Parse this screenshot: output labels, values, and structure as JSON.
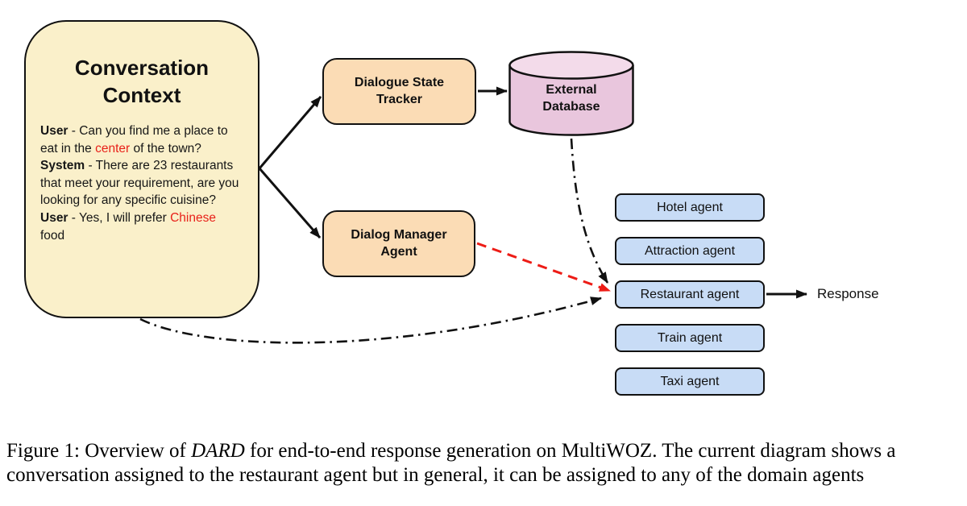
{
  "colors": {
    "context_fill": "#FAF0CA",
    "process_fill": "#FBDCB5",
    "database_fill": "#E9C6DD",
    "database_top_fill": "#F3DBEA",
    "agent_fill": "#C8DCF6",
    "highlight_red": "#E8211A",
    "arrow_red": "#ED1C16",
    "line_black": "#111111"
  },
  "diagram": {
    "context": {
      "title": "Conversation Context",
      "turns": [
        {
          "speaker": "User",
          "pre": " - Can you find me a place to eat in the ",
          "highlight": "center",
          "post": " of the town?"
        },
        {
          "speaker": "System",
          "pre": " - There are 23 restaurants that meet your requirement, are you looking for any specific cuisine?",
          "highlight": "",
          "post": ""
        },
        {
          "speaker": "User",
          "pre": " - Yes, I will prefer ",
          "highlight": "Chinese",
          "post": " food"
        }
      ]
    },
    "tracker_label": "Dialogue State Tracker",
    "manager_label": "Dialog Manager Agent",
    "database_label": "External Database",
    "agents": [
      "Hotel agent",
      "Attraction agent",
      "Restaurant agent",
      "Train agent",
      "Taxi agent"
    ],
    "response_label": "Response"
  },
  "caption": {
    "prefix": "Figure 1: Overview of ",
    "emphasis": "DARD",
    "suffix": " for end-to-end response generation on MultiWOZ. The current diagram shows a conversation assigned to the restaurant agent but in general, it can be assigned to any of the domain agents"
  }
}
